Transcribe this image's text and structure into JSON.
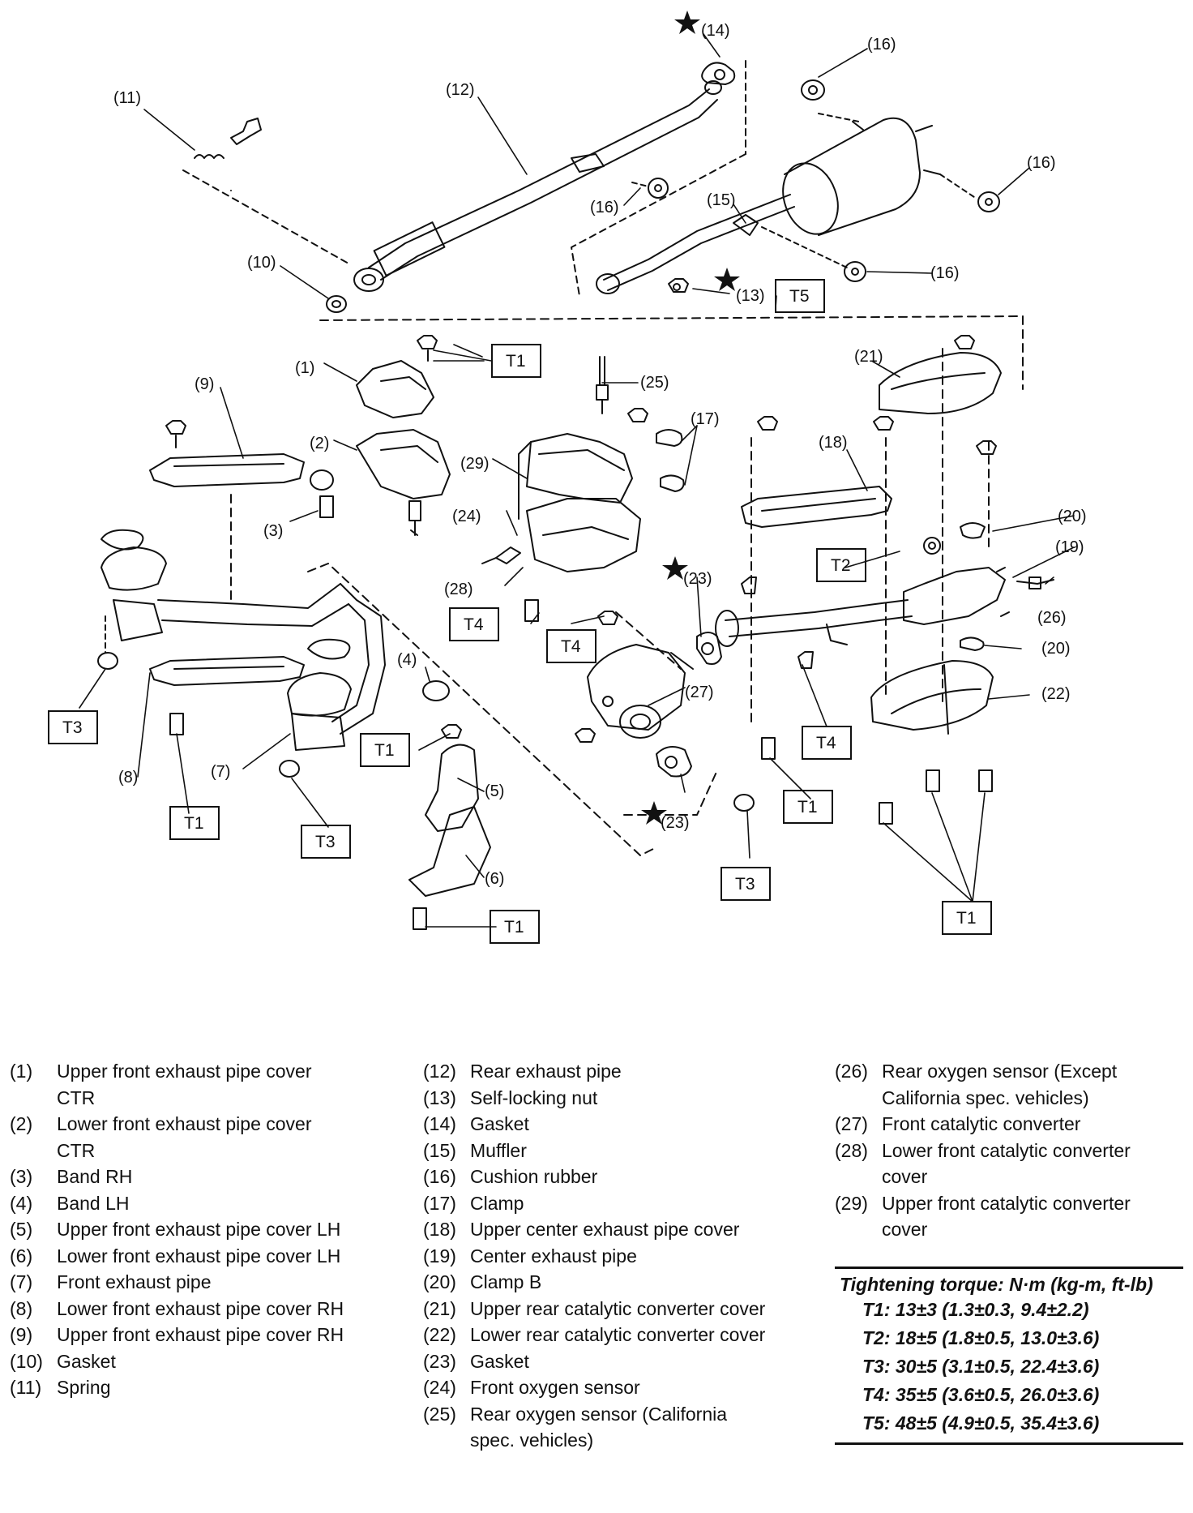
{
  "callouts": {
    "c1": "(1)",
    "c2": "(2)",
    "c3": "(3)",
    "c4": "(4)",
    "c5": "(5)",
    "c6": "(6)",
    "c7": "(7)",
    "c8": "(8)",
    "c9": "(9)",
    "c10": "(10)",
    "c11": "(11)",
    "c12": "(12)",
    "c13": "(13)",
    "c14": "(14)",
    "c15": "(15)",
    "c16": "(16)",
    "c17": "(17)",
    "c18": "(18)",
    "c19": "(19)",
    "c20": "(20)",
    "c21": "(21)",
    "c22": "(22)",
    "c23": "(23)",
    "c24": "(24)",
    "c25": "(25)",
    "c26": "(26)",
    "c27": "(27)",
    "c28": "(28)",
    "c29": "(29)"
  },
  "torque_tags": {
    "t1": "T1",
    "t2": "T2",
    "t3": "T3",
    "t4": "T4",
    "t5": "T5"
  },
  "legend": [
    {
      "num": "(1)",
      "text": "Upper front exhaust pipe cover CTR"
    },
    {
      "num": "(2)",
      "text": "Lower front exhaust pipe cover CTR"
    },
    {
      "num": "(3)",
      "text": "Band RH"
    },
    {
      "num": "(4)",
      "text": "Band LH"
    },
    {
      "num": "(5)",
      "text": "Upper front exhaust pipe cover LH"
    },
    {
      "num": "(6)",
      "text": "Lower front exhaust pipe cover LH"
    },
    {
      "num": "(7)",
      "text": "Front exhaust pipe"
    },
    {
      "num": "(8)",
      "text": "Lower front exhaust pipe cover RH"
    },
    {
      "num": "(9)",
      "text": "Upper front exhaust pipe cover RH"
    },
    {
      "num": "(10)",
      "text": "Gasket"
    },
    {
      "num": "(11)",
      "text": "Spring"
    },
    {
      "num": "(12)",
      "text": "Rear exhaust pipe"
    },
    {
      "num": "(13)",
      "text": "Self-locking nut"
    },
    {
      "num": "(14)",
      "text": "Gasket"
    },
    {
      "num": "(15)",
      "text": "Muffler"
    },
    {
      "num": "(16)",
      "text": "Cushion rubber"
    },
    {
      "num": "(17)",
      "text": "Clamp"
    },
    {
      "num": "(18)",
      "text": "Upper center exhaust pipe cover"
    },
    {
      "num": "(19)",
      "text": "Center exhaust pipe"
    },
    {
      "num": "(20)",
      "text": "Clamp B"
    },
    {
      "num": "(21)",
      "text": "Upper rear catalytic converter cover"
    },
    {
      "num": "(22)",
      "text": "Lower rear catalytic converter cover"
    },
    {
      "num": "(23)",
      "text": "Gasket"
    },
    {
      "num": "(24)",
      "text": "Front oxygen sensor"
    },
    {
      "num": "(25)",
      "text": "Rear oxygen sensor (California spec. vehicles)"
    },
    {
      "num": "(26)",
      "text": "Rear oxygen sensor (Except California spec. vehicles)"
    },
    {
      "num": "(27)",
      "text": "Front catalytic converter"
    },
    {
      "num": "(28)",
      "text": "Lower front catalytic converter cover"
    },
    {
      "num": "(29)",
      "text": "Upper front catalytic converter cover"
    }
  ],
  "torque": {
    "title": "Tightening torque: N·m (kg-m, ft-lb)",
    "rows": [
      "T1: 13±3 (1.3±0.3, 9.4±2.2)",
      "T2: 18±5 (1.8±0.5, 13.0±3.6)",
      "T3: 30±5 (3.1±0.5, 22.4±3.6)",
      "T4: 35±5 (3.6±0.5, 26.0±3.6)",
      "T5: 48±5 (4.9±0.5, 35.4±3.6)"
    ]
  }
}
